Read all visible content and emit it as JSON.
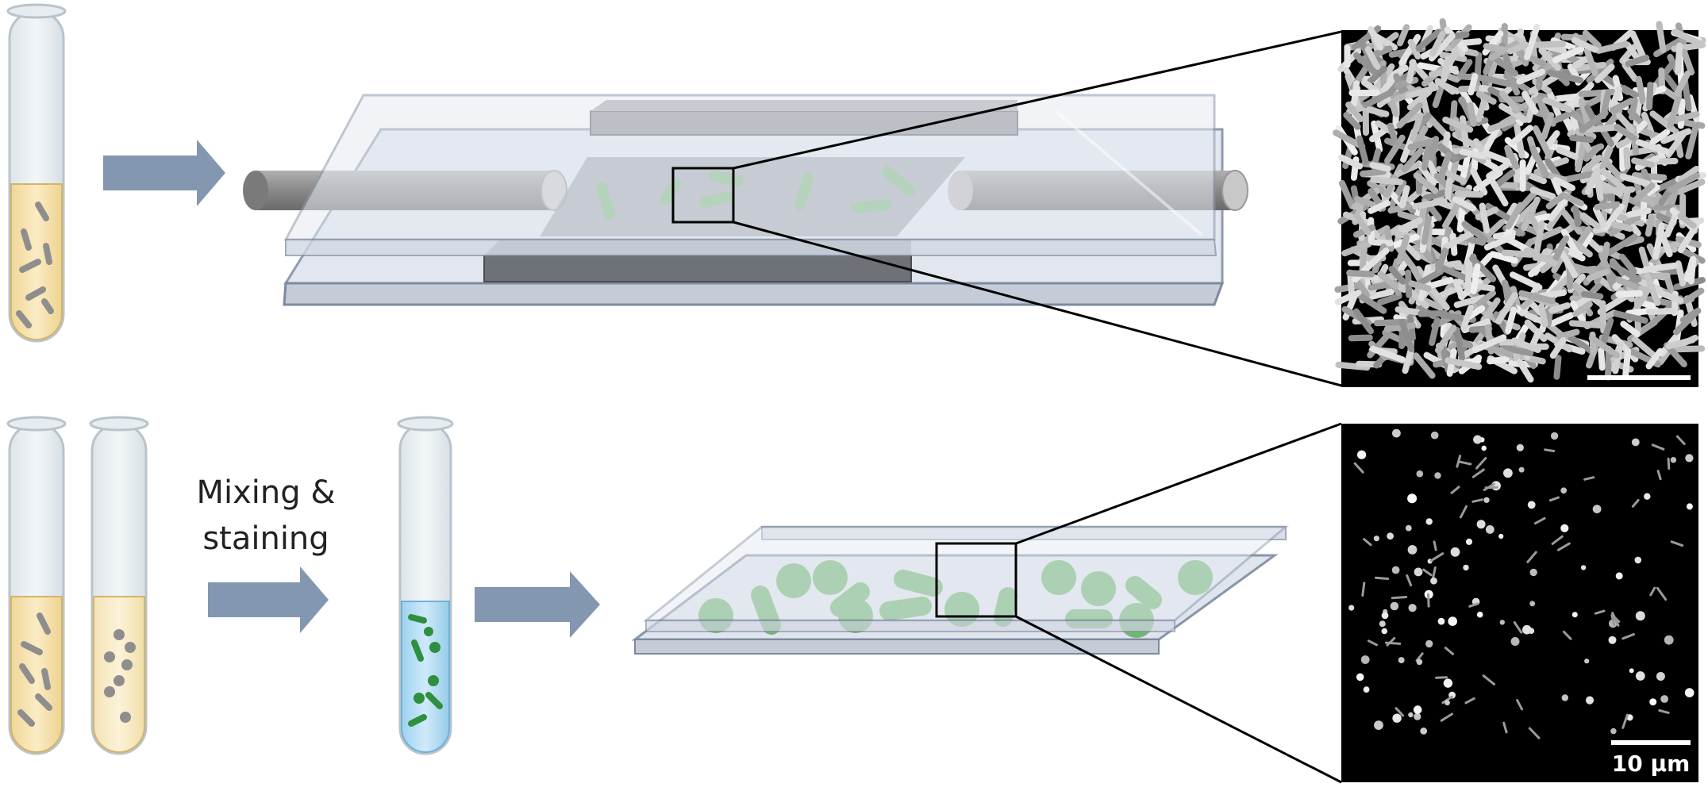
{
  "labels": {
    "mixing_line1": "Mixing &",
    "mixing_line2": "staining",
    "scale_bar": "10 μm"
  },
  "colors": {
    "arrow": "#8497b0",
    "media_yellow": "#f4dfa8",
    "media_blue": "#a8d8f0",
    "bacteria_grey": "#8c8c8c",
    "bacteria_green": "#5aaa5a",
    "slide_glass": "#dde2ec",
    "rod_grey": "#8a8a8a",
    "micrograph_bg": "#000000"
  }
}
